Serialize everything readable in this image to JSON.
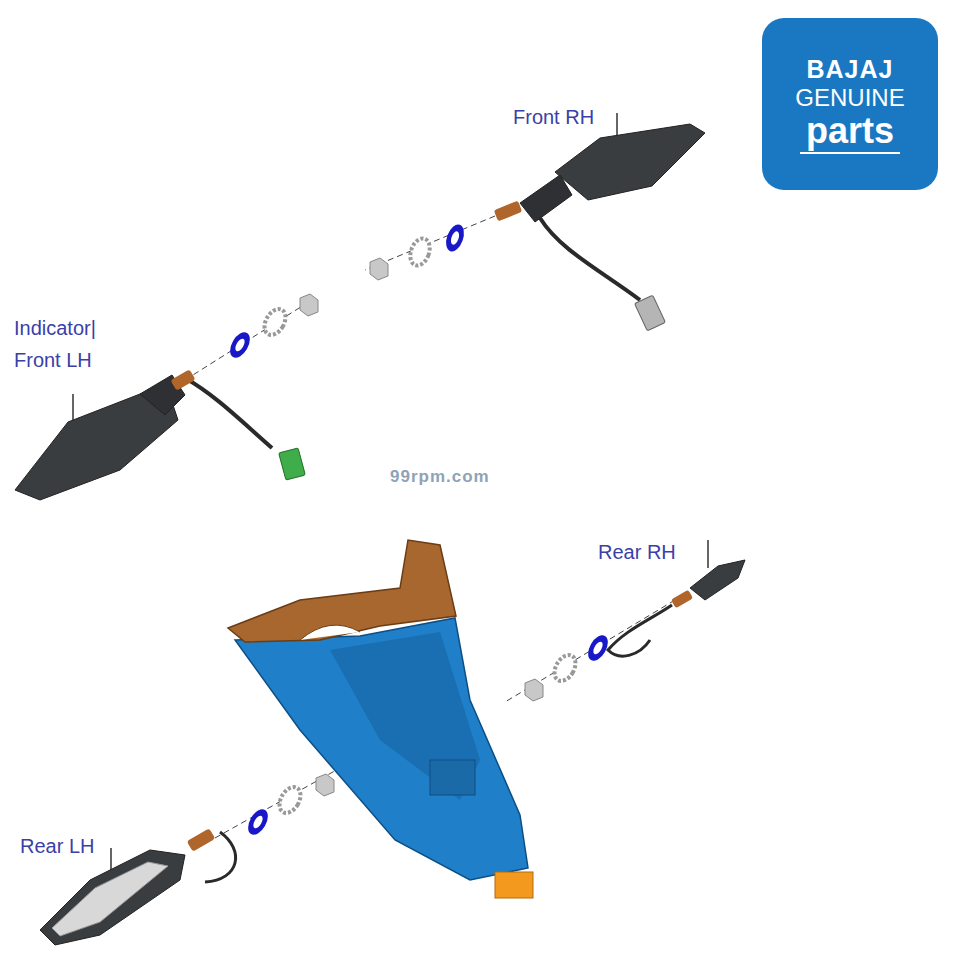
{
  "diagram": {
    "nodes": [
      {
        "text": [
          "BAJAJ",
          "GENUINE",
          "parts"
        ]
      }
    ],
    "labels": [
      "Front RH",
      "Indicator| Front LH",
      "Rear RH",
      "Rear LH",
      "99rpm.com"
    ]
  }
}
